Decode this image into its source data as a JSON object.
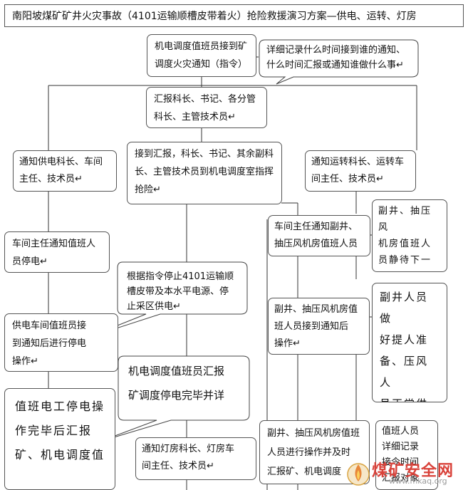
{
  "title": "南阳坡煤矿矿井火灾事故（4101运输顺槽皮带着火）抢险救援演习方案—供电、运转、灯房",
  "nodes": {
    "dispatch_receive": "机电调度值班员接到矿\n调度火灾通知（指令）↵",
    "report_chief": "汇报科长、书记、各分管\n科长、主管技术员↵",
    "chiefs_to_room": "接到汇报，科长、书记、其余副科\n长、主管技术员到机电调度室指挥\n抢险↵",
    "notify_power": "通知供电科长、车间\n主任、技术员↵",
    "notify_transport": "通知运转科长、运转车\n间主任、技术员↵",
    "workshop_notify_duty": "车间主任通知值班人\n员停电↵",
    "power_duty_cut": "供电车间值班员接\n到通知后进行停电\n操作↵",
    "electrician_done": "值班电工停电操\n作完毕后汇报\n矿、机电调度值",
    "workshop_notify_shaft": "车间主任通知副井、\n抽压风机房值班人员↵",
    "shaft_staff_wait": "副井、抽压风\n机房值班人\n员静待下一\n步指示↵",
    "shaft_staff_receive": "副井、抽压风机房值\n班人员接到通知后\n操作↵",
    "shaft_prepare": "副井人员做\n好提人准\n备、压风人\n员正常供",
    "shaft_report": "副井、抽压风机房值班\n人员进行操作并及时\n汇报矿、机电调度",
    "duty_record": "值班人员\n详细记录\n接令时间\n汇报对象",
    "notify_lamp": "通知灯房科长、灯房车\n间主任、技术员↵"
  },
  "callouts": {
    "record_note": "详细记录什么时间接到谁的通知、\n什么时间汇报或通知谁做什么事↵",
    "stop_note": "根据指令停止4101运输顺\n槽皮带及本水平电源、停\n止采区供电↵",
    "report_note": "机电调度值班员汇报\n矿调度停电完毕并详"
  },
  "watermark": {
    "text": "煤矿安全网",
    "url": "www.mkaq.org"
  }
}
